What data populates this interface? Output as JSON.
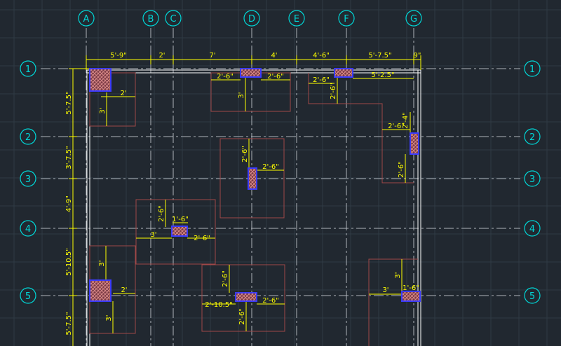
{
  "colors": {
    "background": "#212830",
    "grid": "#2f3a44",
    "axis": "#aeb4ba",
    "bubble": "#00d7d7",
    "wall": "#ffffff",
    "footing": "#a04848",
    "dimension": "#ffff00",
    "column_edge": "#3b3bff",
    "column_fill": "#a0505a"
  },
  "icons": {
    "grid_bubble": "circle-icon",
    "column": "hatched-column-icon"
  },
  "grid": {
    "vertical": [
      {
        "label": "A"
      },
      {
        "label": "B"
      },
      {
        "label": "C"
      },
      {
        "label": "D"
      },
      {
        "label": "E"
      },
      {
        "label": "F"
      },
      {
        "label": "G"
      }
    ],
    "horizontal": [
      {
        "label": "1"
      },
      {
        "label": "2"
      },
      {
        "label": "3"
      },
      {
        "label": "4"
      },
      {
        "label": "5"
      }
    ]
  },
  "dimensions": {
    "top_chain": [
      "5'-9\"",
      "2'",
      "7'",
      "4'",
      "4'-6\"",
      "5'-7.5\"",
      "9\""
    ],
    "left_chain": [
      "5'-7.5\"",
      "3'-7.5\"",
      "4'-9\"",
      "5'-10.5\"",
      "5'-7.5\""
    ],
    "footings": {
      "a1": [
        "2'",
        "3'"
      ],
      "d1": [
        "2'-6\"",
        "2'-6\"",
        "3'"
      ],
      "f1": [
        "2'-6\"",
        "5'-2.5\"",
        "2'-6\""
      ],
      "g2": [
        "2'-6\"",
        "2'-4\"",
        "2'-6\""
      ],
      "d3": [
        "2'-6\"",
        "2'-6\""
      ],
      "c4": [
        "2'-6\"",
        "1'-6\"",
        "3'",
        "2'-6\""
      ],
      "a5": [
        "3'",
        "2'",
        "3'"
      ],
      "d5": [
        "2'-6\"",
        "2'-10.5\"",
        "2'-6\"",
        "2'-6\""
      ],
      "g5": [
        "3'",
        "3'",
        "1'-6\""
      ]
    }
  }
}
